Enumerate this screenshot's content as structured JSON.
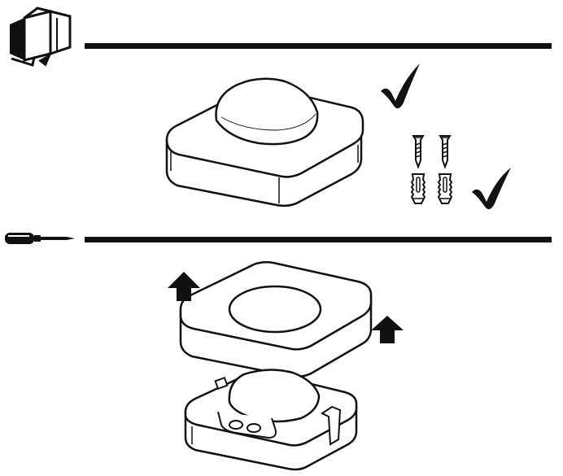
{
  "page": {
    "type": "installation-manual-illustration",
    "background": "#ffffff",
    "ink": "#111111"
  },
  "sections": [
    {
      "icon": "open-box-icon",
      "items": [
        "motion-sensor",
        "wall-screws",
        "wall-plugs"
      ],
      "checks": 2
    },
    {
      "icon": "screwdriver-icon",
      "items": [
        "sensor-cover-lifted",
        "sensor-base"
      ],
      "arrows": 2
    }
  ]
}
